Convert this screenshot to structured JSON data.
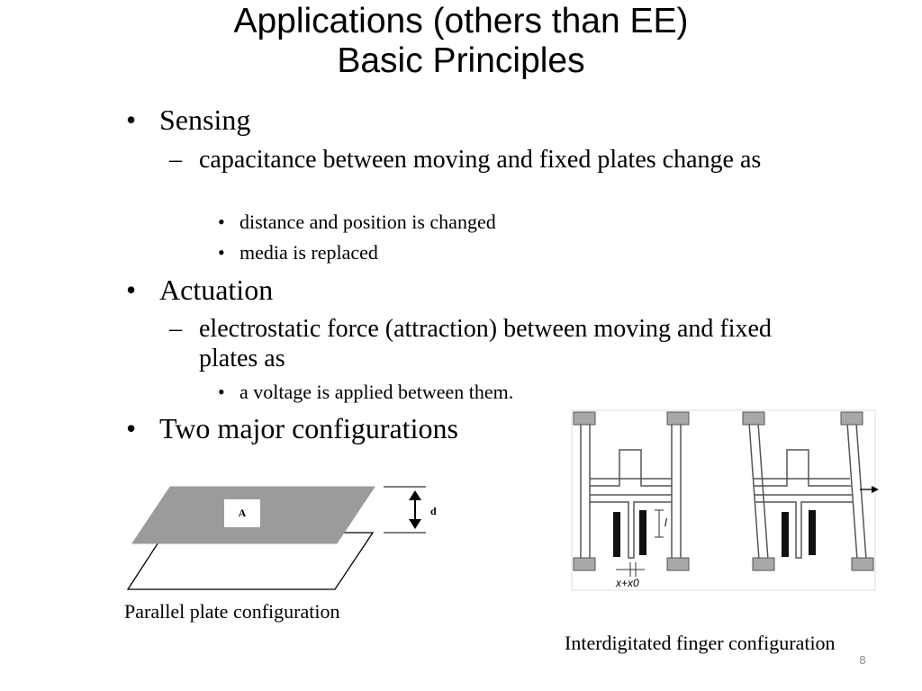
{
  "slide": {
    "title_line1": "Applications (others than EE)",
    "title_line2": "Basic Principles",
    "page_number": "8"
  },
  "bullets": {
    "sensing": "Sensing",
    "sensing_sub": "capacitance between moving and fixed plates change as",
    "sensing_sub_items": [
      "distance and position is changed",
      "media is replaced"
    ],
    "actuation": "Actuation",
    "actuation_sub": "electrostatic force (attraction) between moving and fixed plates as",
    "actuation_sub_items": [
      "a voltage is applied between them."
    ],
    "configs": "Two major configurations"
  },
  "figures": {
    "parallel_plate": {
      "area_label": "A",
      "gap_label": "d",
      "caption": "Parallel plate configuration"
    },
    "interdigitated": {
      "finger_length_label": "l",
      "displacement_label": "x+x0",
      "caption": "Interdigitated finger configuration"
    }
  },
  "markers": {
    "bullet": "•",
    "dash": "–"
  },
  "colors": {
    "plate_fill": "#9b9b9b",
    "anchor_fill": "#a8a8a8",
    "finger_fill": "#111111"
  }
}
